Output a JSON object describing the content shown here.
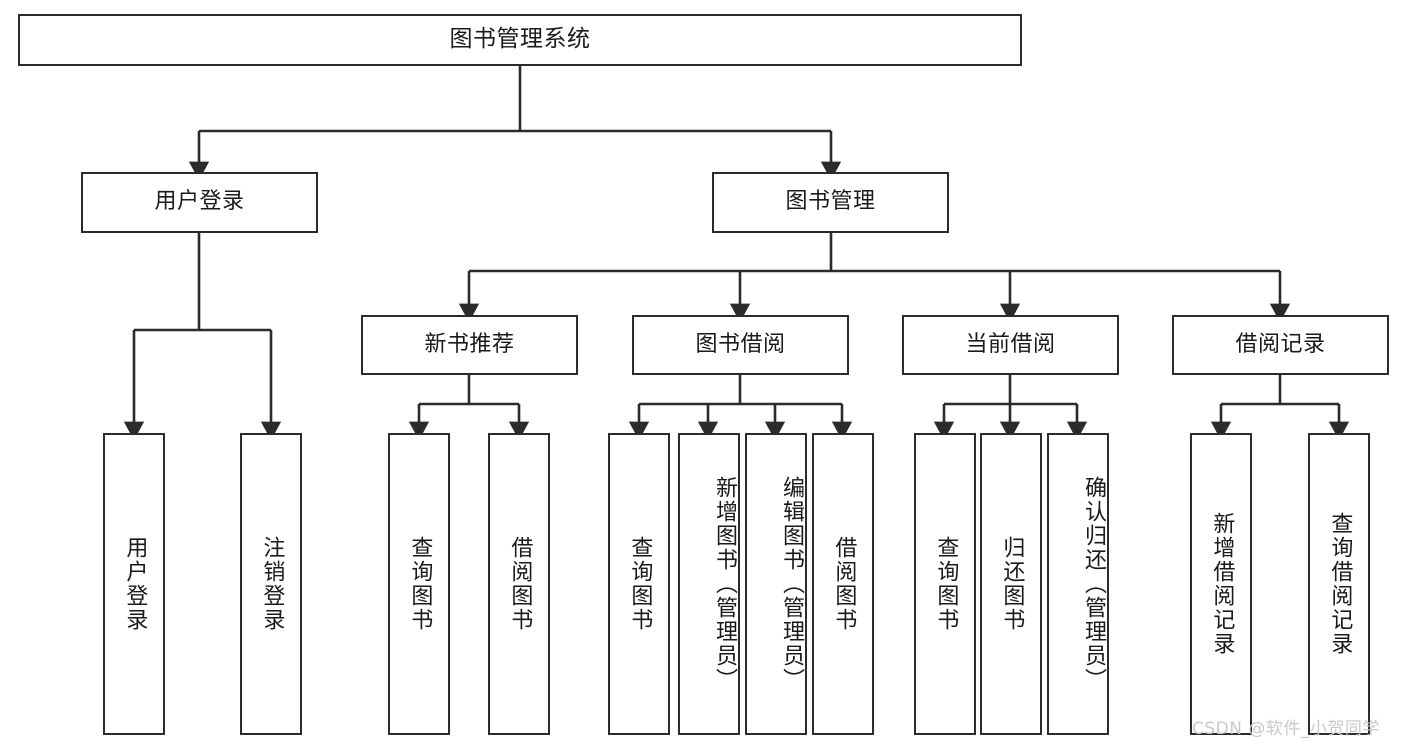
{
  "diagram": {
    "type": "tree-hierarchy",
    "title": "图书管理系统",
    "watermark": "CSDN @软件_小贺同学",
    "colors": {
      "background": "#ffffff",
      "node_border": "#2b2b2b",
      "node_fill": "#ffffff",
      "text": "#1a1a1a",
      "edge": "#2b2b2b",
      "watermark": "#c9c9c9"
    },
    "levels": {
      "root": "图书管理系统",
      "level2": [
        "用户登录",
        "图书管理"
      ],
      "level3": [
        "新书推荐",
        "图书借阅",
        "当前借阅",
        "借阅记录"
      ]
    },
    "nodes": {
      "root": {
        "label": "图书管理系统",
        "orientation": "horizontal"
      },
      "user_login": {
        "label": "用户登录",
        "orientation": "horizontal"
      },
      "book_manage": {
        "label": "图书管理",
        "orientation": "horizontal"
      },
      "new_book_rec": {
        "label": "新书推荐",
        "orientation": "horizontal"
      },
      "book_borrow": {
        "label": "图书借阅",
        "orientation": "horizontal"
      },
      "current_borrow": {
        "label": "当前借阅",
        "orientation": "horizontal"
      },
      "borrow_record": {
        "label": "借阅记录",
        "orientation": "horizontal"
      },
      "leaf_user_login": {
        "label": "用户登录",
        "orientation": "vertical"
      },
      "leaf_logout": {
        "label": "注销登录",
        "orientation": "vertical"
      },
      "leaf_query_book_a": {
        "label": "查询图书",
        "orientation": "vertical"
      },
      "leaf_borrow_book_a": {
        "label": "借阅图书",
        "orientation": "vertical"
      },
      "leaf_query_book_b": {
        "label": "查询图书",
        "orientation": "vertical"
      },
      "leaf_add_book": {
        "label": "新增图书（管理员）",
        "orientation": "vertical"
      },
      "leaf_edit_book": {
        "label": "编辑图书（管理员）",
        "orientation": "vertical"
      },
      "leaf_borrow_book_b": {
        "label": "借阅图书",
        "orientation": "vertical"
      },
      "leaf_query_book_c": {
        "label": "查询图书",
        "orientation": "vertical"
      },
      "leaf_return_book": {
        "label": "归还图书",
        "orientation": "vertical"
      },
      "leaf_confirm_return": {
        "label": "确认归还（管理员）",
        "orientation": "vertical"
      },
      "leaf_add_record": {
        "label": "新增借阅记录",
        "orientation": "vertical"
      },
      "leaf_query_record": {
        "label": "查询借阅记录",
        "orientation": "vertical"
      }
    },
    "edges": [
      {
        "from": "图书管理系统",
        "to": "用户登录"
      },
      {
        "from": "图书管理系统",
        "to": "图书管理"
      },
      {
        "from": "用户登录",
        "to": "用户登录"
      },
      {
        "from": "用户登录",
        "to": "注销登录"
      },
      {
        "from": "图书管理",
        "to": "新书推荐"
      },
      {
        "from": "图书管理",
        "to": "图书借阅"
      },
      {
        "from": "图书管理",
        "to": "当前借阅"
      },
      {
        "from": "图书管理",
        "to": "借阅记录"
      },
      {
        "from": "新书推荐",
        "to": "查询图书"
      },
      {
        "from": "新书推荐",
        "to": "借阅图书"
      },
      {
        "from": "图书借阅",
        "to": "查询图书"
      },
      {
        "from": "图书借阅",
        "to": "新增图书（管理员）"
      },
      {
        "from": "图书借阅",
        "to": "编辑图书（管理员）"
      },
      {
        "from": "图书借阅",
        "to": "借阅图书"
      },
      {
        "from": "当前借阅",
        "to": "查询图书"
      },
      {
        "from": "当前借阅",
        "to": "归还图书"
      },
      {
        "from": "当前借阅",
        "to": "确认归还（管理员）"
      },
      {
        "from": "借阅记录",
        "to": "新增借阅记录"
      },
      {
        "from": "借阅记录",
        "to": "查询借阅记录"
      }
    ]
  }
}
